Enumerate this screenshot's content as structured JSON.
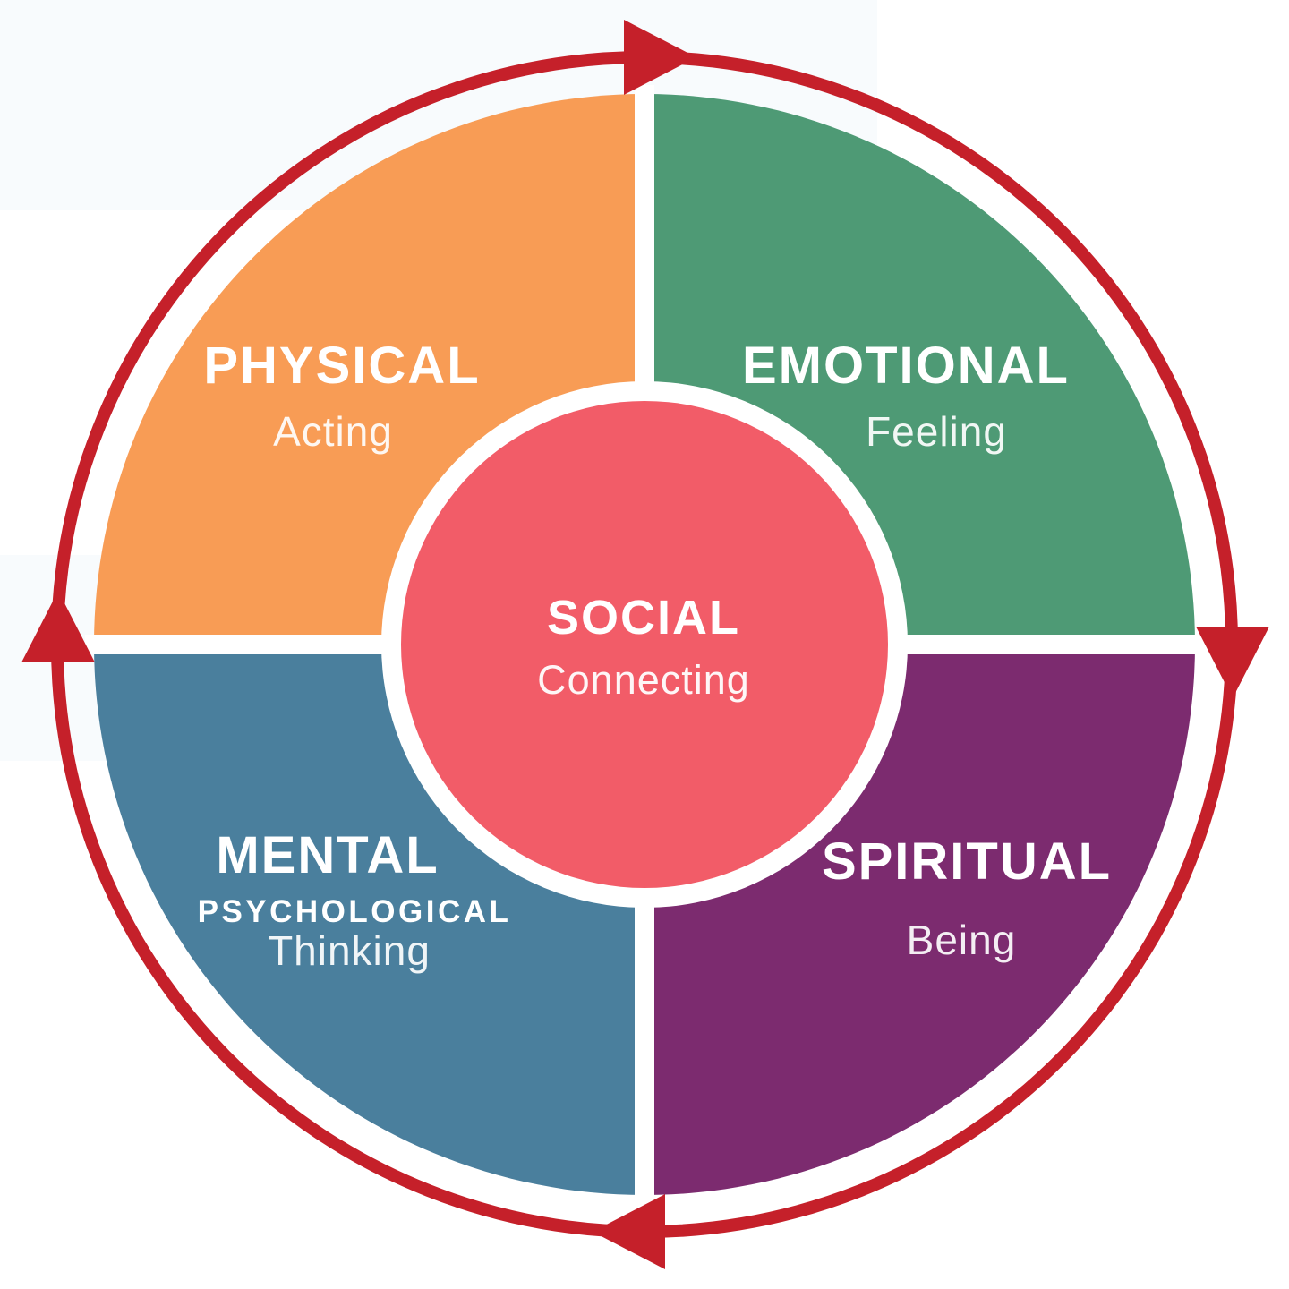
{
  "diagram": {
    "type": "wellness-wheel",
    "center": {
      "label": "SOCIAL",
      "sublabel": "Connecting",
      "color": "#F25C68"
    },
    "quadrants": [
      {
        "id": "physical",
        "label": "PHYSICAL",
        "sublabel": "Acting",
        "color": "#F89C55",
        "position": "top-left"
      },
      {
        "id": "emotional",
        "label": "EMOTIONAL",
        "sublabel": "Feeling",
        "color": "#4E9A75",
        "position": "top-right"
      },
      {
        "id": "mental",
        "label": "MENTAL",
        "sublabel2": "PSYCHOLOGICAL",
        "sublabel": "Thinking",
        "color": "#4A7F9D",
        "position": "bottom-left"
      },
      {
        "id": "spiritual",
        "label": "SPIRITUAL",
        "sublabel": "Being",
        "color": "#7C2B6F",
        "position": "bottom-right"
      }
    ],
    "cycle": {
      "color": "#C5202A",
      "direction": "clockwise",
      "arrow_icon": "triangle-arrowhead",
      "arrow_count": 4
    }
  }
}
